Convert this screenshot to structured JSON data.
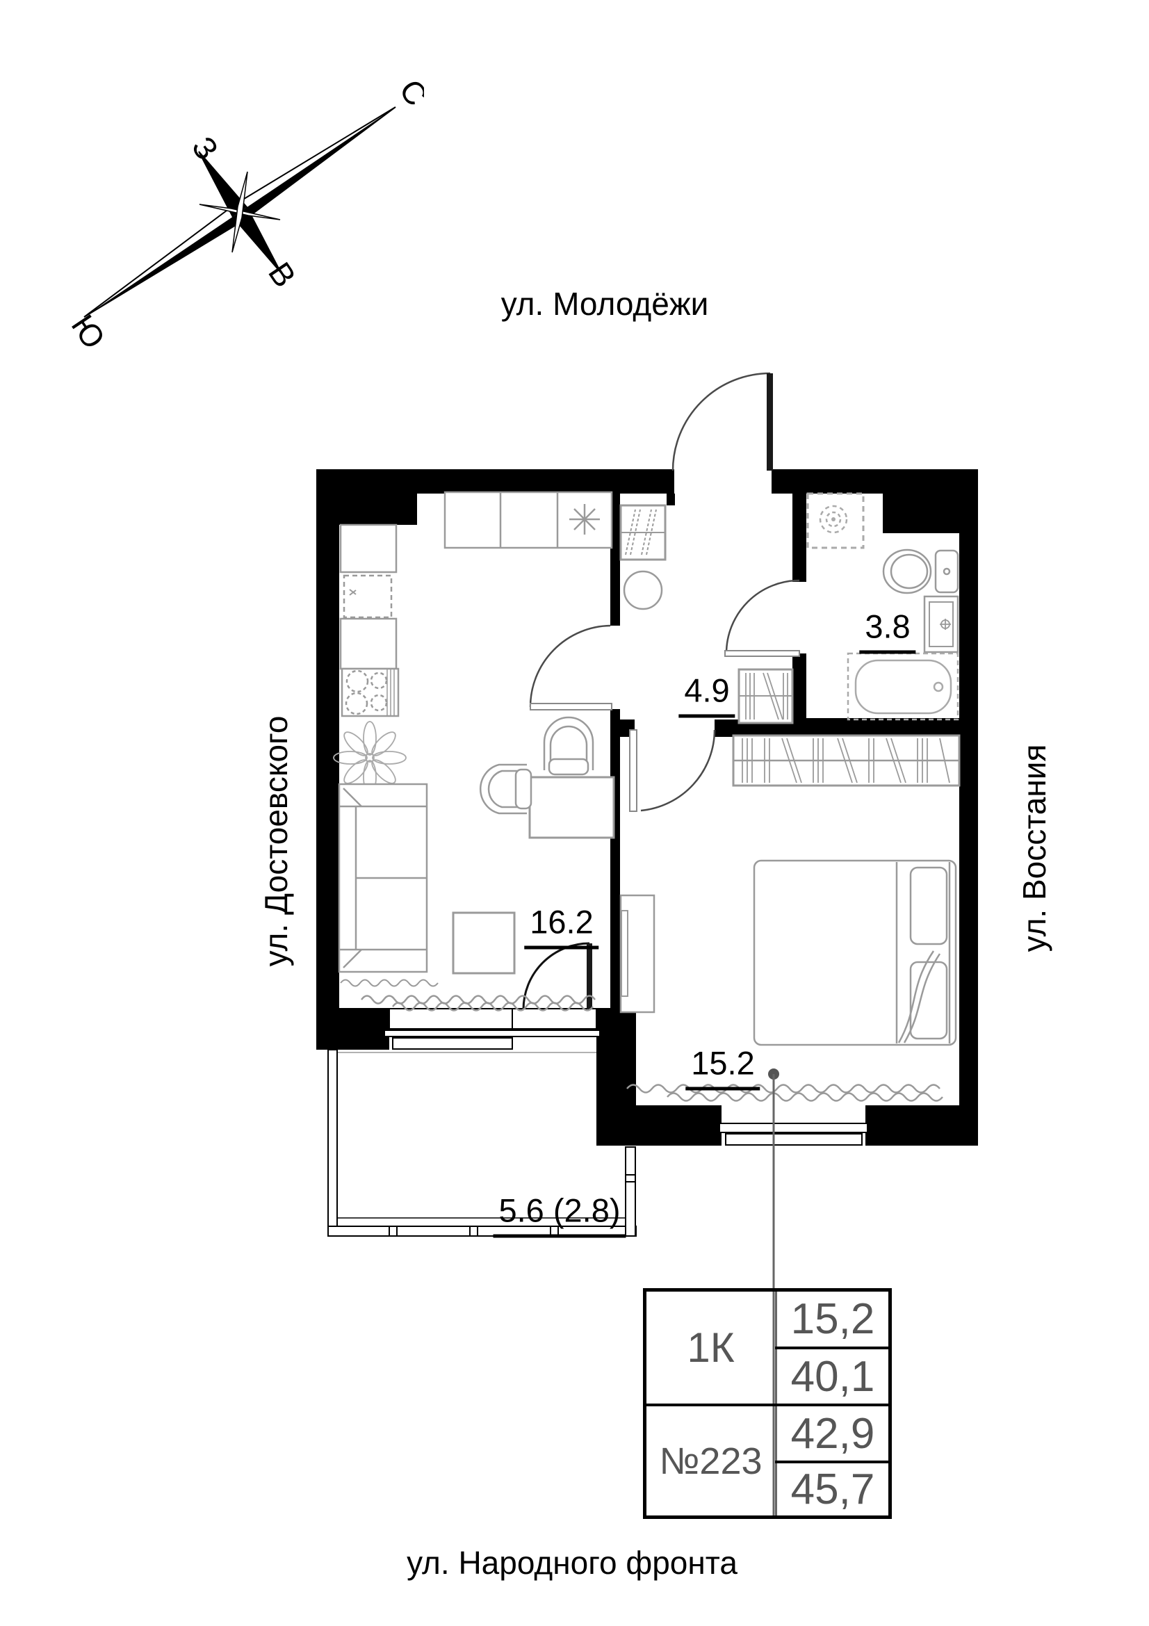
{
  "compass": {
    "north": "С",
    "south": "Ю",
    "west": "З",
    "east": "В"
  },
  "streets": {
    "top": "ул. Молодёжи",
    "left": "ул. Достоевского",
    "right": "ул. Восстания",
    "bottom": "ул. Народного фронта"
  },
  "rooms": {
    "kitchen_living": "16.2",
    "bedroom": "15.2",
    "hallway": "4.9",
    "bathroom": "3.8",
    "balcony": "5.6 (2.8)"
  },
  "info_table": {
    "apartment_type": "1К",
    "apartment_number": "№223",
    "living_area": "15,2",
    "area_1": "40,1",
    "area_2": "42,9",
    "total_area": "45,7"
  }
}
